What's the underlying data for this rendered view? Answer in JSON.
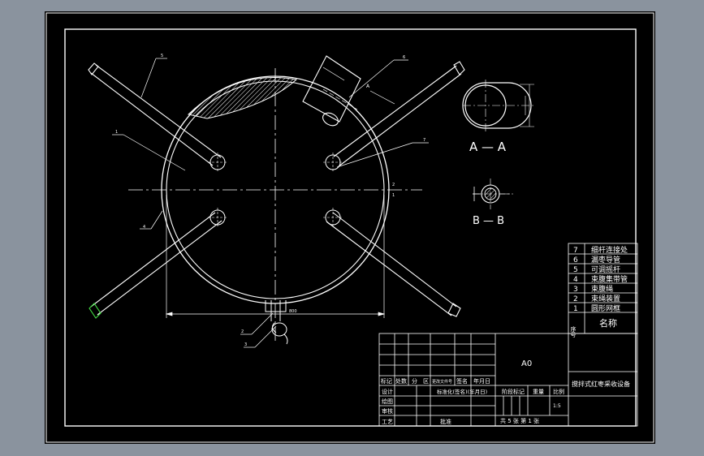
{
  "colors": {
    "background": "#8a939e",
    "paper": "#000000",
    "line": "#ffffff",
    "centerline": "#ffffff",
    "accent": "#f4f4d0"
  },
  "drawing": {
    "format": "A0",
    "title": "搅拌式红枣采收设备",
    "sheet_info": "共 5 张 第 1 张",
    "scale": "1:5",
    "dimension_main": "800"
  },
  "section_views": {
    "aa_label": "A — A",
    "bb_label": "B — B",
    "aa_marker": "A"
  },
  "parts_list": {
    "heading_seq": "序号",
    "heading_name": "名称",
    "rows": [
      {
        "no": "7",
        "name": "细杆连接处"
      },
      {
        "no": "6",
        "name": "漏枣导管"
      },
      {
        "no": "5",
        "name": "可调摇杆"
      },
      {
        "no": "4",
        "name": "束腹集带管"
      },
      {
        "no": "3",
        "name": "束腹绳"
      },
      {
        "no": "2",
        "name": "束绳装置"
      },
      {
        "no": "1",
        "name": "圆形网框"
      }
    ]
  },
  "title_block": {
    "row_labels": [
      "标记",
      "处数",
      "分",
      "区",
      "更改文件号",
      "签名",
      "年月日"
    ],
    "design": "设计",
    "standardize": "标准化(签名)(年月日)",
    "draw": "绘图",
    "review": "审核",
    "process": "工艺",
    "approve": "批准",
    "stage_mark": "阶段标记",
    "weight": "重量",
    "scale_label": "比例"
  }
}
